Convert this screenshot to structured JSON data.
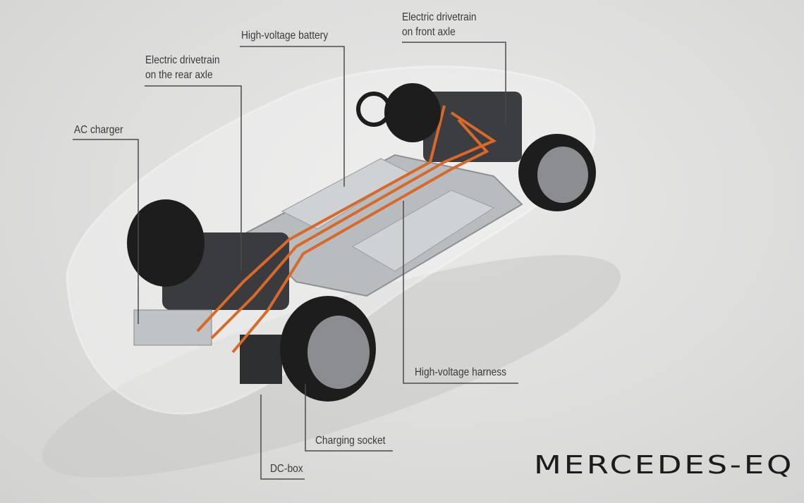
{
  "labels": {
    "high_voltage_battery": "High-voltage battery",
    "front_axle_line1": "Electric drivetrain",
    "front_axle_line2": "on front axle",
    "rear_axle_line1": "Electric drivetrain",
    "rear_axle_line2": "on the rear axle",
    "ac_charger": "AC charger",
    "high_voltage_harness": "High-voltage harness",
    "charging_socket": "Charging socket",
    "dc_box": "DC-box"
  },
  "brand": {
    "logo_text": "MERCEDES-EQ"
  },
  "colors": {
    "cable": "#d9692a",
    "callout": "#4a4a4a",
    "background": "#dcdcdb"
  }
}
